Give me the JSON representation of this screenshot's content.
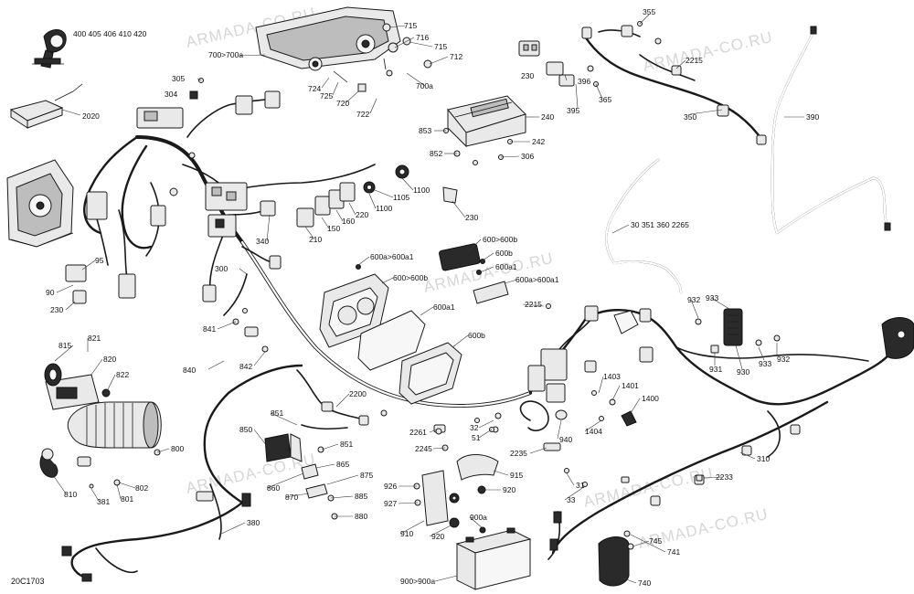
{
  "diagram_code": "20C1703",
  "watermark": "ARMADA-CO.RU",
  "labels": {
    "l_400": "400 405 406 410 420",
    "l_2020": "2020",
    "l_305": "305",
    "l_304": "304",
    "l_700_700a": "700>700a",
    "l_724": "724",
    "l_725": "725",
    "l_720": "720",
    "l_722": "722",
    "l_715a": "715",
    "l_716": "716",
    "l_715b": "715",
    "l_712": "712",
    "l_700a": "700a",
    "l_355": "355",
    "l_230a": "230",
    "l_396": "396",
    "l_395": "395",
    "l_365": "365",
    "l_2215a": "2215",
    "l_350": "350",
    "l_390": "390",
    "l_240": "240",
    "l_853": "853",
    "l_242": "242",
    "l_852": "852",
    "l_306": "306",
    "l_1100a": "1100",
    "l_1105": "1105",
    "l_1100b": "1100",
    "l_230b": "230",
    "l_220": "220",
    "l_160": "160",
    "l_150": "150",
    "l_210": "210",
    "l_340": "340",
    "l_30_351": "30 351 360 2265",
    "l_95": "95",
    "l_90": "90",
    "l_230c": "230",
    "l_300": "300",
    "l_600a_600a1_top": "600a>600a1",
    "l_600_600b": "600>600b",
    "l_600b_top": "600b",
    "l_600a1_top": "600a1",
    "l_600b_600b": "600>600b",
    "l_600a_600a1_mid": "600a>600a1",
    "l_600a1_mid": "600a1",
    "l_2215b": "2215",
    "l_600b_bot": "600b",
    "l_841": "841",
    "l_842": "842",
    "l_840": "840",
    "l_815": "815",
    "l_821": "821",
    "l_820": "820",
    "l_822": "822",
    "l_800": "800",
    "l_810": "810",
    "l_381": "381",
    "l_801": "801",
    "l_802": "802",
    "l_850": "850",
    "l_851a": "851",
    "l_851b": "851",
    "l_2200": "2200",
    "l_860": "860",
    "l_865": "865",
    "l_875": "875",
    "l_870": "870",
    "l_885": "885",
    "l_880": "880",
    "l_380": "380",
    "l_2261": "2261",
    "l_32": "32",
    "l_51": "51",
    "l_2245": "2245",
    "l_940": "940",
    "l_2235": "2235",
    "l_915": "915",
    "l_926": "926",
    "l_927": "927",
    "l_920a": "920",
    "l_910": "910",
    "l_920b": "920",
    "l_900a": "900a",
    "l_900_900a": "900>900a",
    "l_1403": "1403",
    "l_1401": "1401",
    "l_1400": "1400",
    "l_1404": "1404",
    "l_31": "31",
    "l_33": "33",
    "l_932a": "932",
    "l_933a": "933",
    "l_931": "931",
    "l_930": "930",
    "l_933b": "933",
    "l_932b": "932",
    "l_310": "310",
    "l_2233": "2233",
    "l_745": "745",
    "l_741": "741",
    "l_740": "740"
  }
}
